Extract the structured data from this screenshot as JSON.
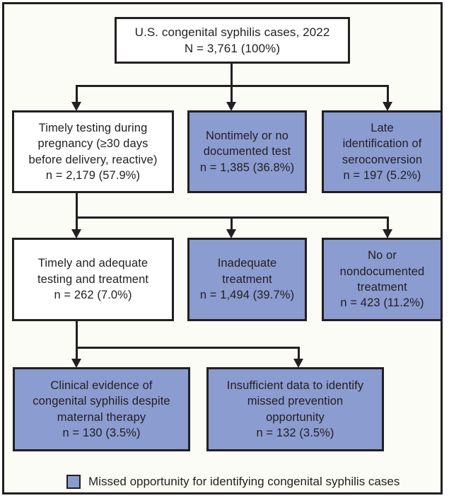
{
  "colors": {
    "missed-fill": "#8a9cd0",
    "line": "#231f20",
    "canvas": "#fbfcf6",
    "node-fill": "#ffffff"
  },
  "nodes": {
    "root": {
      "lines": [
        "U.S. congenital syphilis cases, 2022",
        "N = 3,761 (100%)"
      ],
      "missed": false
    },
    "timely_testing": {
      "lines": [
        "Timely testing during",
        "pregnancy (≥30 days",
        "before delivery, reactive)",
        "n = 2,179 (57.9%)"
      ],
      "missed": false
    },
    "nontimely_test": {
      "lines": [
        "Nontimely or no",
        "documented test",
        "n = 1,385 (36.8%)"
      ],
      "missed": true
    },
    "late_seroconversion": {
      "lines": [
        "Late",
        "identification of",
        "seroconversion",
        "n = 197 (5.2%)"
      ],
      "missed": true
    },
    "timely_adequate_treatment": {
      "lines": [
        "Timely and adequate",
        "testing and treatment",
        "n = 262 (7.0%)"
      ],
      "missed": false
    },
    "inadequate_treatment": {
      "lines": [
        "Inadequate",
        "treatment",
        "n = 1,494 (39.7%)"
      ],
      "missed": true
    },
    "no_treatment": {
      "lines": [
        "No or",
        "nondocumented",
        "treatment",
        "n = 423 (11.2%)"
      ],
      "missed": true
    },
    "clinical_evidence": {
      "lines": [
        "Clinical evidence of",
        "congenital syphilis despite",
        "maternal therapy",
        "n = 130 (3.5%)"
      ],
      "missed": true
    },
    "insufficient_data": {
      "lines": [
        "Insufficient data to identify",
        "missed prevention",
        "opportunity",
        "n = 132 (3.5%)"
      ],
      "missed": true
    }
  },
  "legend": {
    "label": "Missed opportunity for identifying congenital syphilis cases"
  }
}
